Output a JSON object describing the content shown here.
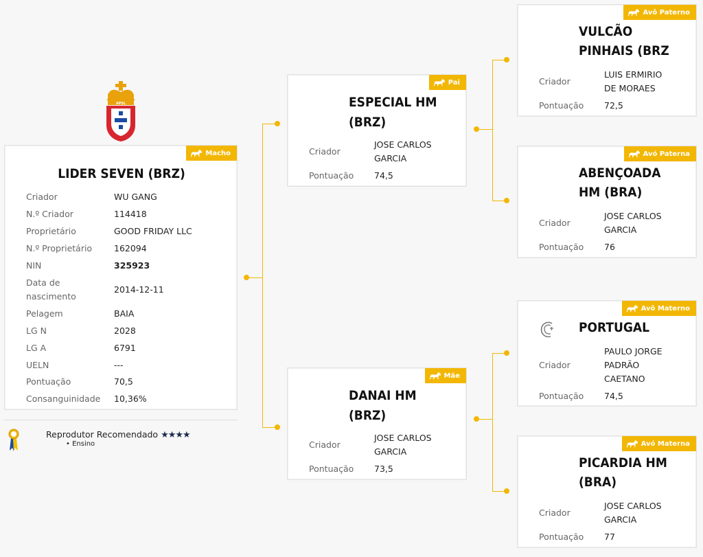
{
  "main": {
    "badge": "Macho",
    "name": "LIDER SEVEN (BRZ)",
    "fields": [
      {
        "label": "Criador",
        "value": "WU GANG"
      },
      {
        "label": "N.º Criador",
        "value": "114418"
      },
      {
        "label": "Proprietário",
        "value": "GOOD FRIDAY LLC"
      },
      {
        "label": "N.º Proprietário",
        "value": "162094"
      },
      {
        "label": "NIN",
        "value": "325923"
      },
      {
        "label": "Data de nascimento",
        "value": "2014-12-11"
      },
      {
        "label": "Pelagem",
        "value": "BAIA"
      },
      {
        "label": "LG N",
        "value": "2028"
      },
      {
        "label": "LG A",
        "value": "6791"
      },
      {
        "label": "UELN",
        "value": "---"
      },
      {
        "label": "Pontuação",
        "value": "70,5"
      },
      {
        "label": "Consanguinidade",
        "value": "10,36%"
      }
    ],
    "data_nascimento_line1": "Data de",
    "data_nascimento_line2": "nascimento"
  },
  "recommendation": {
    "label": "Reprodutor Recomendado",
    "stars": "★★★★",
    "items": [
      "Ensino"
    ]
  },
  "pai": {
    "badge": "Pai",
    "name_line1": "ESPECIAL HM",
    "name_line2": "(BRZ)",
    "criador_label": "Criador",
    "criador_line1": "JOSE CARLOS",
    "criador_line2": "GARCIA",
    "pontuacao_label": "Pontuação",
    "pontuacao": "74,5"
  },
  "mae": {
    "badge": "Mãe",
    "name_line1": "DANAI HM",
    "name_line2": "(BRZ)",
    "criador_label": "Criador",
    "criador_line1": "JOSE CARLOS",
    "criador_line2": "GARCIA",
    "pontuacao_label": "Pontuação",
    "pontuacao": "73,5"
  },
  "avo_paterno": {
    "badge": "Avô Paterno",
    "name_line1": "VULCÃO",
    "name_line2": "PINHAIS (BRZ",
    "criador_label": "Criador",
    "criador_line1": "LUIS ERMIRIO",
    "criador_line2": "DE MORAES",
    "pontuacao_label": "Pontuação",
    "pontuacao": "72,5"
  },
  "avo_paterna": {
    "badge": "Avó Paterna",
    "name_line1": "ABENÇOADA",
    "name_line2": "HM (BRA)",
    "criador_label": "Criador",
    "criador_line1": "JOSE CARLOS",
    "criador_line2": "GARCIA",
    "pontuacao_label": "Pontuação",
    "pontuacao": "76"
  },
  "avo_materno": {
    "badge": "Avô Materno",
    "name_line1": "PORTUGAL",
    "criador_label": "Criador",
    "criador_line1": "PAULO JORGE",
    "criador_line2": "PADRÃO",
    "criador_line3": "CAETANO",
    "pontuacao_label": "Pontuação",
    "pontuacao": "74,5"
  },
  "avo_materna": {
    "badge": "Avó Materna",
    "name_line1": "PICARDIA HM",
    "name_line2": "(BRA)",
    "criador_label": "Criador",
    "criador_line1": "JOSE CARLOS",
    "criador_line2": "GARCIA",
    "pontuacao_label": "Pontuação",
    "pontuacao": "77"
  },
  "colors": {
    "accent": "#f2b705",
    "text": "#222222",
    "label": "#666666",
    "stars": "#1d2b4f"
  },
  "icons": {
    "badge": "horse-icon",
    "crest": "apsl-crest-icon",
    "ribbon": "award-ribbon-icon",
    "portugal": "horseshoe-brand-icon"
  }
}
